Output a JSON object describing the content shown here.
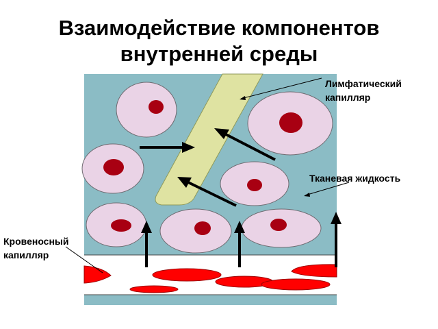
{
  "title": {
    "line1": "Взаимодействие компонентов",
    "line2": "внутренней среды"
  },
  "labels": {
    "lymph_line1": "Лимфатический",
    "lymph_line2": "капилляр",
    "tissue_fluid": "Тканевая жидкость",
    "blood_line1": "Кровеносный",
    "blood_line2": "капилляр"
  },
  "colors": {
    "tissue_fluid": "#8bbcc5",
    "cell_body": "#ead3e6",
    "cell_nucleus": "#a80012",
    "lymph_capillary": "#dfe3a2",
    "erythrocyte": "#ff0000",
    "blood_capillary": "#ffffff",
    "arrow": "#000000"
  }
}
